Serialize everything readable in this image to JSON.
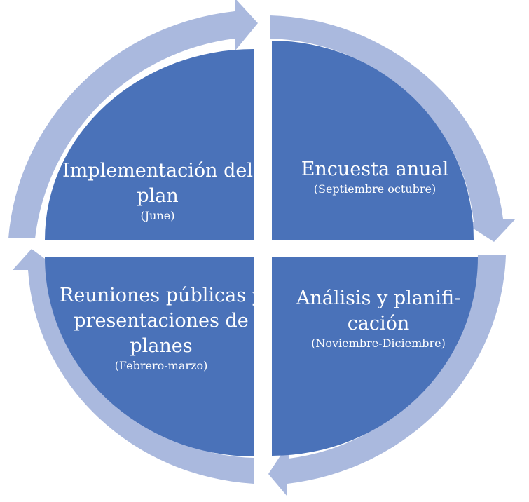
{
  "diagram": {
    "colors": {
      "quadrant_fill": "#4a72b9",
      "arc_fill": "#aab9de",
      "background": "#ffffff",
      "text": "#ffffff"
    },
    "quadrants": [
      {
        "id": "top-left",
        "title": "Implementación del plan",
        "subtitle": "(June)"
      },
      {
        "id": "top-right",
        "title": "Encuesta anual",
        "subtitle": "(Septiembre octubre)"
      },
      {
        "id": "bottom-right",
        "title": "Análisis y planifi-cación",
        "subtitle": "(Noviembre-Diciembre)"
      },
      {
        "id": "bottom-left",
        "title": "Reuniones públicas y presentaciones de planes",
        "subtitle": "(Febrero-marzo)"
      }
    ]
  }
}
